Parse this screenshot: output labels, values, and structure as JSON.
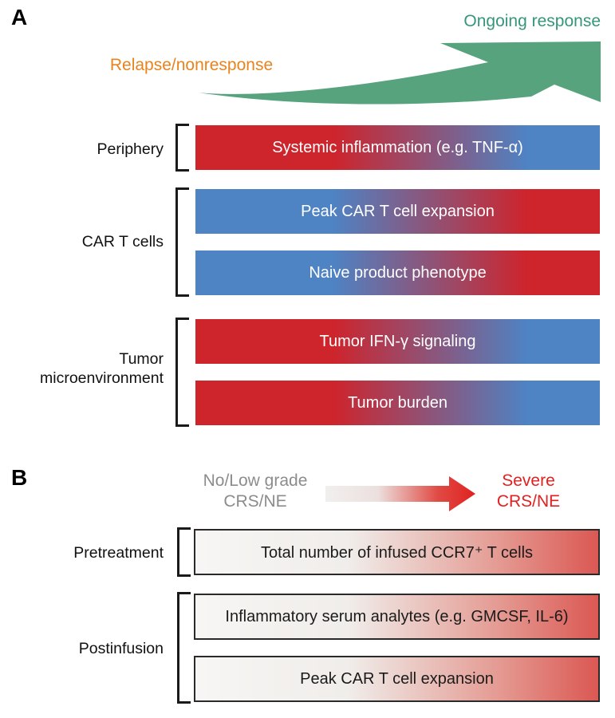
{
  "panel_a": {
    "label": "A",
    "relapse_label": "Relapse/nonresponse",
    "ongoing_label": "Ongoing response",
    "groups": [
      {
        "line1": "Periphery",
        "line2": ""
      },
      {
        "line1": "CAR T cells",
        "line2": ""
      },
      {
        "line1": "Tumor",
        "line2": "microenvironment"
      }
    ],
    "bars": [
      {
        "label": "Systemic inflammation (e.g. TNF-α)",
        "gradient": "red-to-blue"
      },
      {
        "label": "Peak CAR T cell expansion",
        "gradient": "blue-to-red"
      },
      {
        "label": "Naive product phenotype",
        "gradient": "blue-to-red"
      },
      {
        "label": "Tumor IFN-γ signaling",
        "gradient": "red-to-blue"
      },
      {
        "label": "Tumor burden",
        "gradient": "red-to-blue"
      }
    ]
  },
  "panel_b": {
    "label": "B",
    "low_label_line1": "No/Low grade",
    "low_label_line2": "CRS/NE",
    "high_label_line1": "Severe",
    "high_label_line2": "CRS/NE",
    "groups": [
      {
        "label": "Pretreatment"
      },
      {
        "label": "Postinfusion"
      }
    ],
    "bars": [
      {
        "label": "Total number of infused CCR7⁺ T cells",
        "gradient": "white-to-red"
      },
      {
        "label": "Inflammatory serum analytes (e.g. GMCSF, IL-6)",
        "gradient": "white-to-red"
      },
      {
        "label": "Peak CAR T cell expansion",
        "gradient": "white-to-red"
      }
    ]
  },
  "colors": {
    "green_arrow": "#56a37e",
    "green_text": "#34967a",
    "orange_text": "#e8831e",
    "bar_red": "#ce242c",
    "bar_blue": "#4e83c4",
    "gray_text": "#8c8c8c",
    "severe_red_text": "#e32020",
    "b_bar_end_red": "#db5853",
    "b_arrow_stop_0": "#f1efee",
    "b_arrow_stop_1": "#ece0de",
    "b_arrow_stop_2": "#e04a44",
    "b_arrow_stop_3": "#e02220"
  }
}
